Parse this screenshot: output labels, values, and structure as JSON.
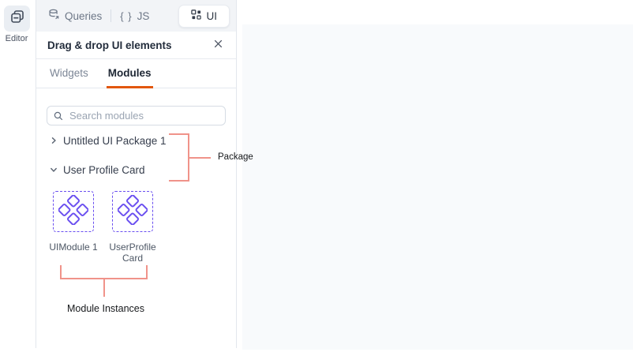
{
  "left_rail": {
    "editor": {
      "label": "Editor"
    }
  },
  "segmented_control": {
    "queries": {
      "label": "Queries"
    },
    "js": {
      "icon_text": "{ }",
      "label": "JS"
    },
    "ui": {
      "label": "UI",
      "selected": true
    }
  },
  "panel": {
    "title": "Drag & drop UI elements",
    "tabs": [
      {
        "label": "Widgets",
        "active": false
      },
      {
        "label": "Modules",
        "active": true
      }
    ],
    "search": {
      "placeholder": "Search modules"
    },
    "packages": [
      {
        "label": "Untitled UI Package 1",
        "expanded": false
      },
      {
        "label": "User Profile Card",
        "expanded": true
      }
    ],
    "module_instances": [
      {
        "label": "UIModule 1"
      },
      {
        "label": "UserProfileCard"
      }
    ]
  },
  "annotations": {
    "package": "Package",
    "module_instances": "Module Instances"
  },
  "colors": {
    "accent_orange": "#E2570E",
    "annotation_salmon": "#F0938A",
    "module_purple": "#6A4FF0",
    "canvas_gray": "#F8FAFC"
  }
}
